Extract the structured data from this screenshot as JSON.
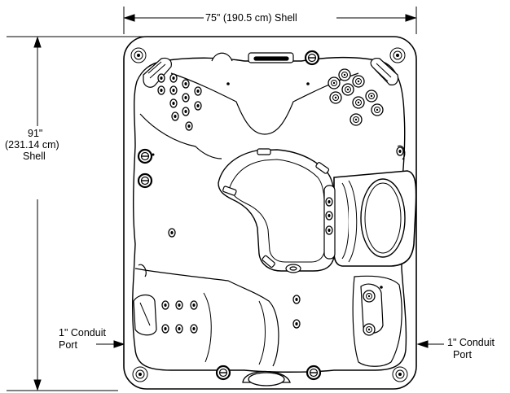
{
  "dimensions": {
    "width_label": "75\" (190.5 cm) Shell",
    "height_label_line1": "91\"",
    "height_label_line2": "(231.14 cm)",
    "height_label_line3": "Shell"
  },
  "callouts": {
    "left_conduit_line1": "1\" Conduit",
    "left_conduit_line2": "Port",
    "right_conduit_line1": "1\" Conduit",
    "right_conduit_line2": "Port"
  },
  "colors": {
    "line": "#000000",
    "background": "#ffffff"
  }
}
